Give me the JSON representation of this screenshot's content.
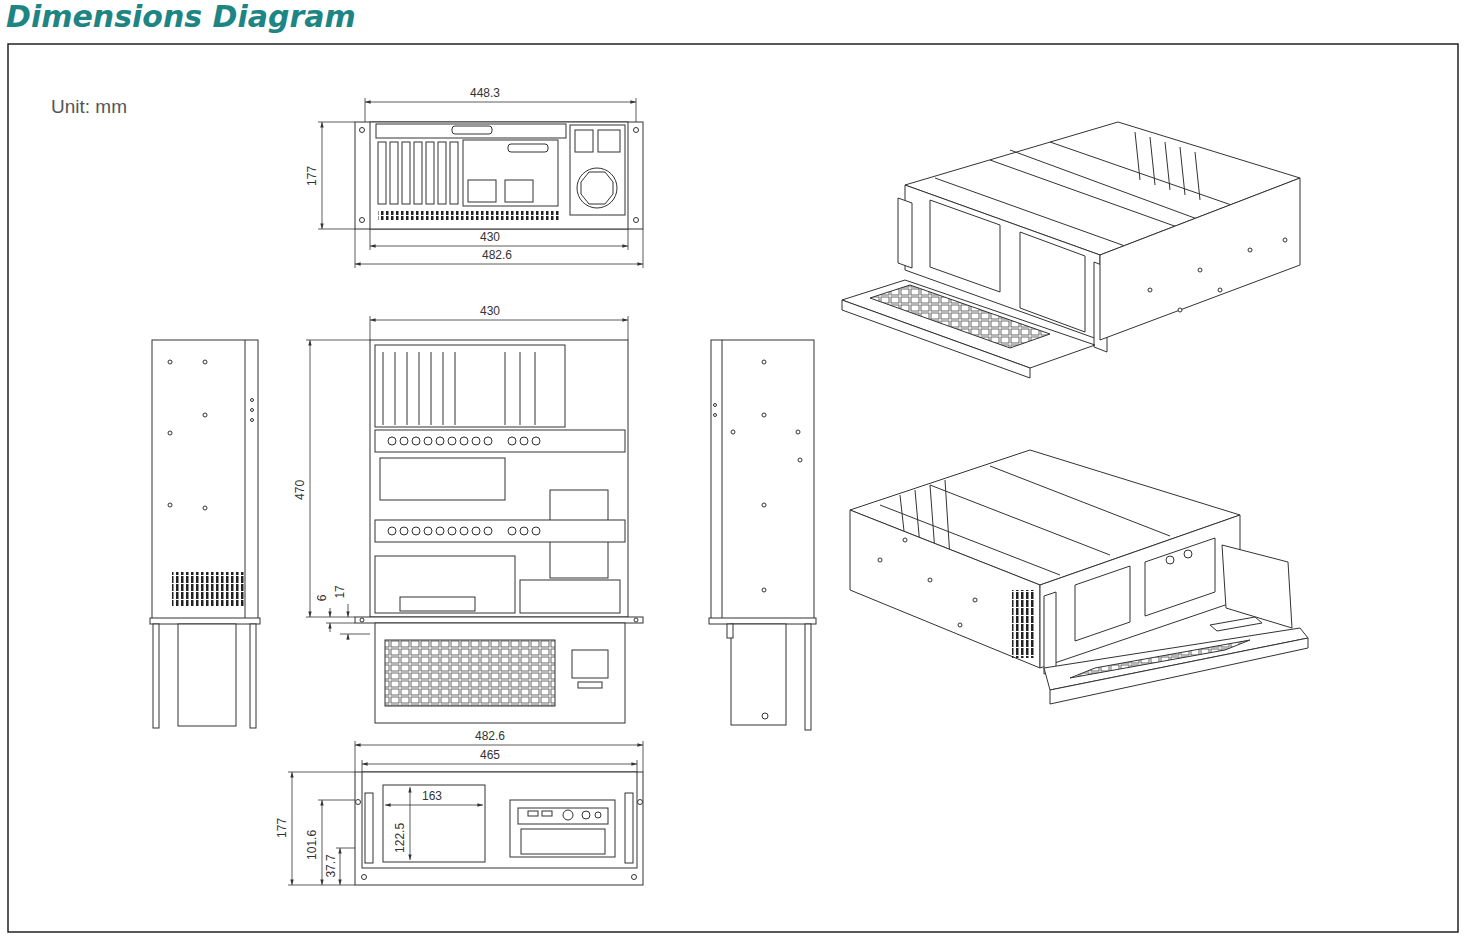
{
  "diagram": {
    "title": "Dimensions Diagram",
    "labels": [
      "Unit: mm",
      "448.3",
      "177",
      "430",
      "482.6",
      "430",
      "470",
      "6",
      "17",
      "482.6",
      "465",
      "177",
      "101.6",
      "37.7",
      "163",
      "122.5"
    ]
  }
}
